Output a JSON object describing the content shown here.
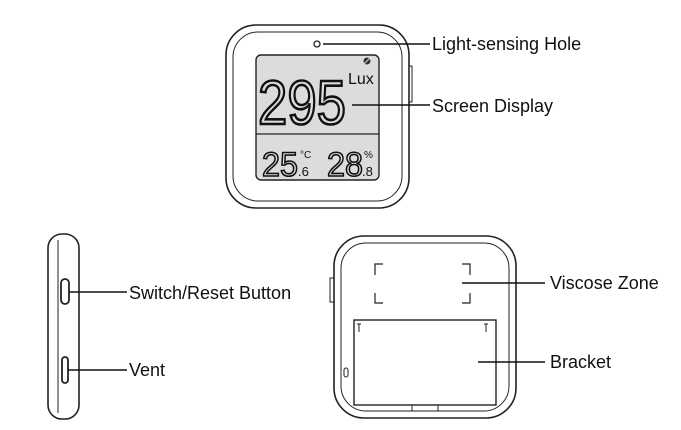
{
  "display": {
    "lux_value": "295",
    "lux_unit": "Lux",
    "temperature_int": "25",
    "temperature_dec": ".6",
    "temperature_unit": "°C",
    "humidity_int": "28",
    "humidity_dec": ".8",
    "humidity_unit": "%"
  },
  "labels": {
    "light_sensing_hole": "Light-sensing Hole",
    "screen_display": "Screen Display",
    "switch_reset_button": "Switch/Reset Button",
    "vent": "Vent",
    "viscose_zone": "Viscose Zone",
    "bracket": "Bracket"
  }
}
